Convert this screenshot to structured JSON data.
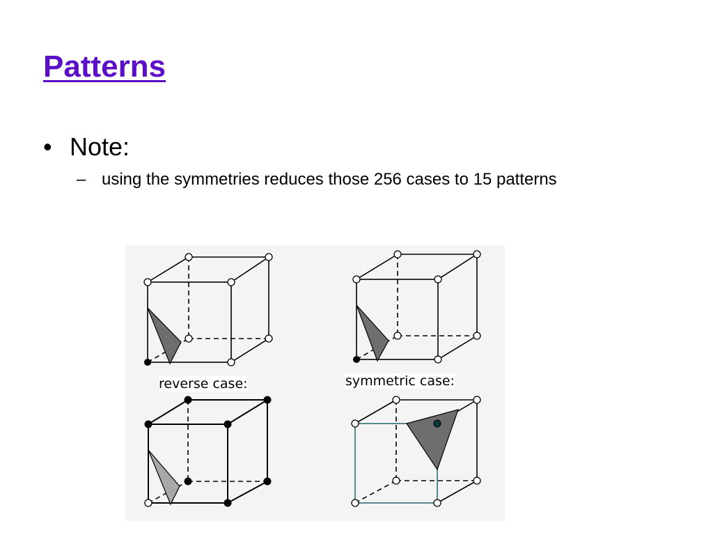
{
  "slide": {
    "title": "Patterns",
    "bullet": {
      "marker": "•",
      "text": "Note:"
    },
    "sub_bullet": {
      "marker": "–",
      "text": "using the symmetries reduces those 256 cases to 15 patterns"
    }
  },
  "figure": {
    "reverse_label": "reverse case:",
    "symmetric_label": "symmetric case:"
  },
  "colors": {
    "title": "#5b10c8",
    "text": "#000000",
    "cube_edge": "#000000",
    "teal_edge": "#2f6f6f",
    "surface_dark": "#6e6e6e",
    "surface_light": "#a8a8a8",
    "figure_bg": "#f4f4f4"
  }
}
